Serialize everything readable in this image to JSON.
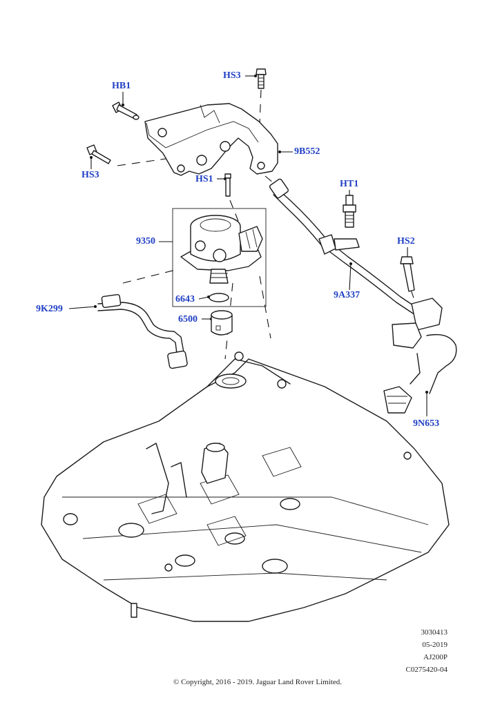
{
  "callouts": {
    "hb1": "HB1",
    "hs3_top": "HS3",
    "hs3_left": "HS3",
    "b552": "9B552",
    "hs1": "HS1",
    "ht1": "HT1",
    "hs2": "HS2",
    "p9350": "9350",
    "p6643": "6643",
    "p6500": "6500",
    "k299": "9K299",
    "a337": "9A337",
    "n653": "9N653"
  },
  "meta": {
    "code1": "3030413",
    "date": "05-2019",
    "engine": "AJ200P",
    "ref": "C0275420-04"
  },
  "copyright": "© Copyright, 2016 - 2019. Jaguar Land Rover Limited.",
  "colors": {
    "callout": "#1f3fc4",
    "line": "#1a1a1a"
  }
}
